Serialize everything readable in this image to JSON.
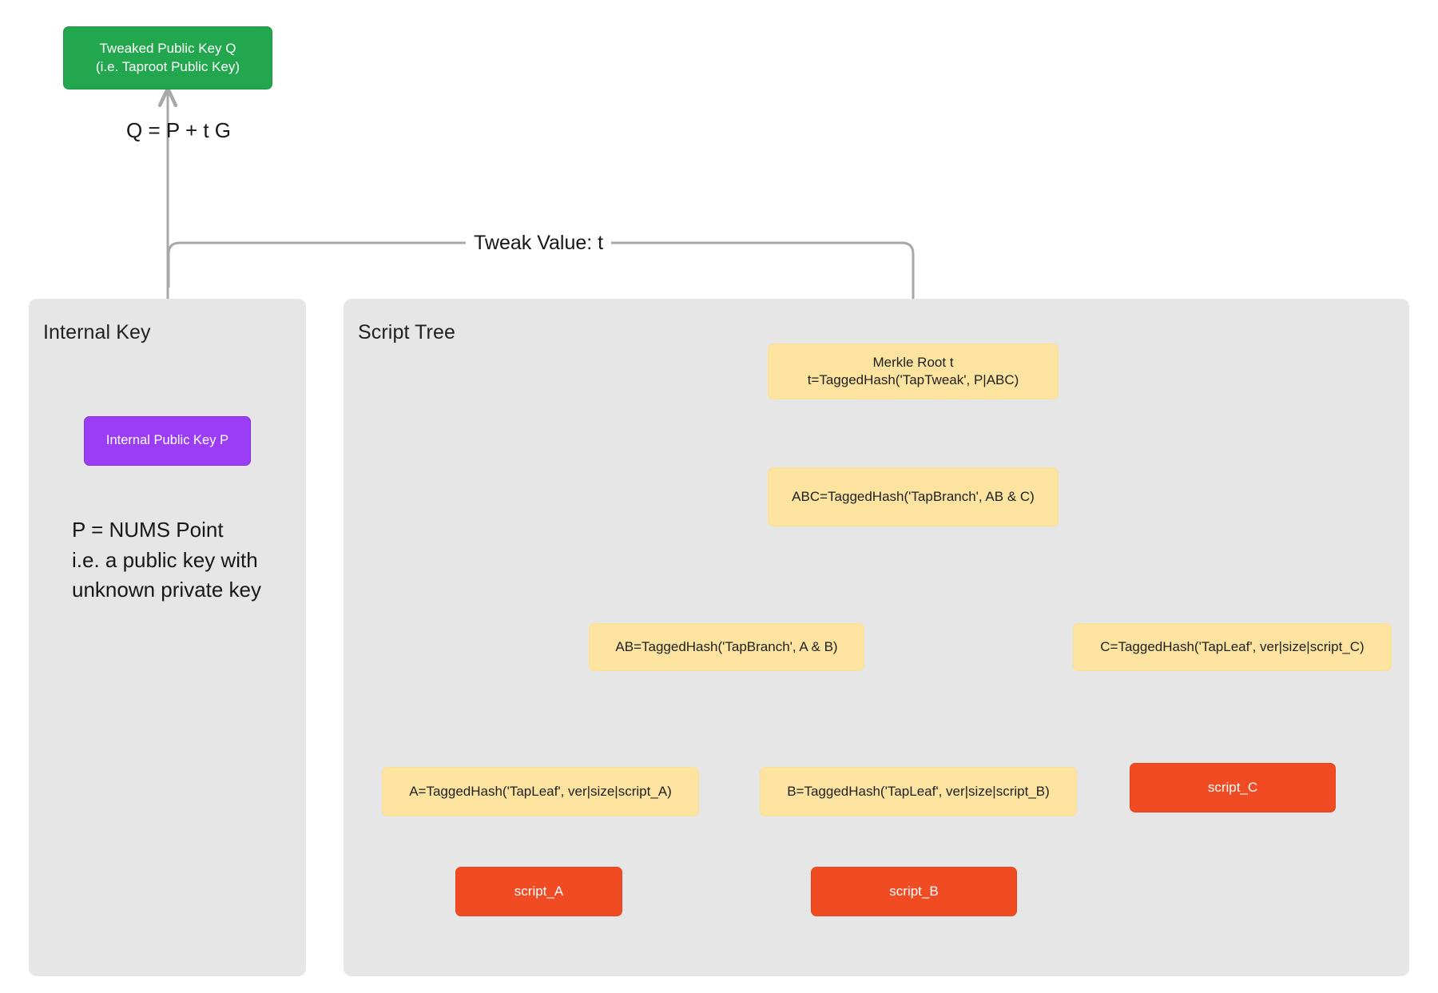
{
  "diagram": {
    "title_concept": "Taproot Key Tweaking and Script Tree",
    "background_color": "#ffffff",
    "wire_color": "#a8a8a8"
  },
  "panels": [
    {
      "id": "internal-key",
      "label": "Internal Key",
      "color": "#e6e6e6"
    },
    {
      "id": "script-tree",
      "label": "Script Tree",
      "color": "#e6e6e6"
    }
  ],
  "nodes": {
    "tweaked_public_key": {
      "label": "Tweaked Public Key Q\n(i.e. Taproot Public Key)",
      "color": "#22a74f",
      "text_color": "#ffffff"
    },
    "internal_public_key": {
      "label": "Internal Public Key P",
      "color": "#9b3df5",
      "text_color": "#ffffff"
    },
    "merkle_root": {
      "label": "Merkle Root t\nt=TaggedHash('TapTweak', P|ABC)",
      "color": "#fce4a0",
      "text_color": "#1f1f1f"
    },
    "abc_branch": {
      "label": "ABC=TaggedHash('TapBranch', AB & C)",
      "color": "#fce4a0",
      "text_color": "#1f1f1f"
    },
    "ab_branch": {
      "label": "AB=TaggedHash('TapBranch', A & B)",
      "color": "#fce4a0",
      "text_color": "#1f1f1f"
    },
    "c_leaf": {
      "label": "C=TaggedHash('TapLeaf', ver|size|script_C)",
      "color": "#fce4a0",
      "text_color": "#1f1f1f"
    },
    "a_leaf": {
      "label": "A=TaggedHash('TapLeaf', ver|size|script_A)",
      "color": "#fce4a0",
      "text_color": "#1f1f1f"
    },
    "b_leaf": {
      "label": "B=TaggedHash('TapLeaf', ver|size|script_B)",
      "color": "#fce4a0",
      "text_color": "#1f1f1f"
    },
    "script_a": {
      "label": "script_A",
      "color": "#f14b23",
      "text_color": "#ffffff"
    },
    "script_b": {
      "label": "script_B",
      "color": "#f14b23",
      "text_color": "#ffffff"
    },
    "script_c": {
      "label": "script_C",
      "color": "#f14b23",
      "text_color": "#ffffff"
    }
  },
  "labels": {
    "tweak_equation": "Q = P + t G",
    "tweak_value": "Tweak Value: t",
    "nums_note": "P = NUMS Point\ni.e. a public key with\nunknown private key"
  }
}
